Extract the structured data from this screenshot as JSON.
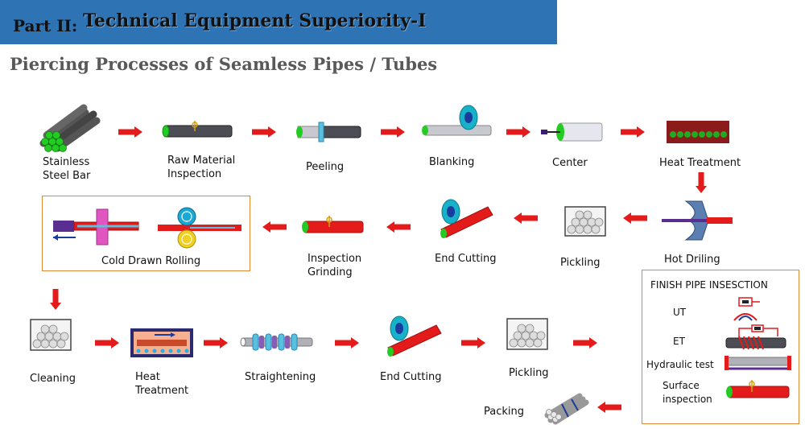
{
  "header": {
    "part": "Part II:",
    "title": "Technical Equipment Superiority-I"
  },
  "subtitle": "Piercing Processes of Seamless Pipes / Tubes",
  "steps": {
    "stainless_bar": [
      "Stainless",
      "Steel Bar"
    ],
    "raw_material": [
      "Raw Material",
      "Inspection"
    ],
    "peeling": "Peeling",
    "blanking": "Blanking",
    "center": "Center",
    "heat_treatment_1": "Heat Treatment",
    "hot_driling": "Hot Driling",
    "pickling_1": "Pickling",
    "end_cutting_1": "End Cutting",
    "inspection_grinding": [
      "Inspection",
      "Grinding"
    ],
    "cold_drawn": "Cold Drawn Rolling",
    "cleaning": "Cleaning",
    "heat_treatment_2": [
      "Heat",
      "Treatment"
    ],
    "straightening": "Straightening",
    "end_cutting_2": "End Cutting",
    "pickling_2": "Pickling",
    "packing": "Packing"
  },
  "finish_panel": {
    "title": "FINISH PIPE INSESCTION",
    "items": [
      "UT",
      "ET",
      "Hydraulic test",
      "Surface",
      "inspection"
    ]
  },
  "colors": {
    "header": "#2e74b5",
    "arrow": "#e31b1b",
    "pipe_red": "#e31b1b",
    "green": "#22cc22",
    "box_border": "#e0883a",
    "steel": "#5a5a66"
  }
}
